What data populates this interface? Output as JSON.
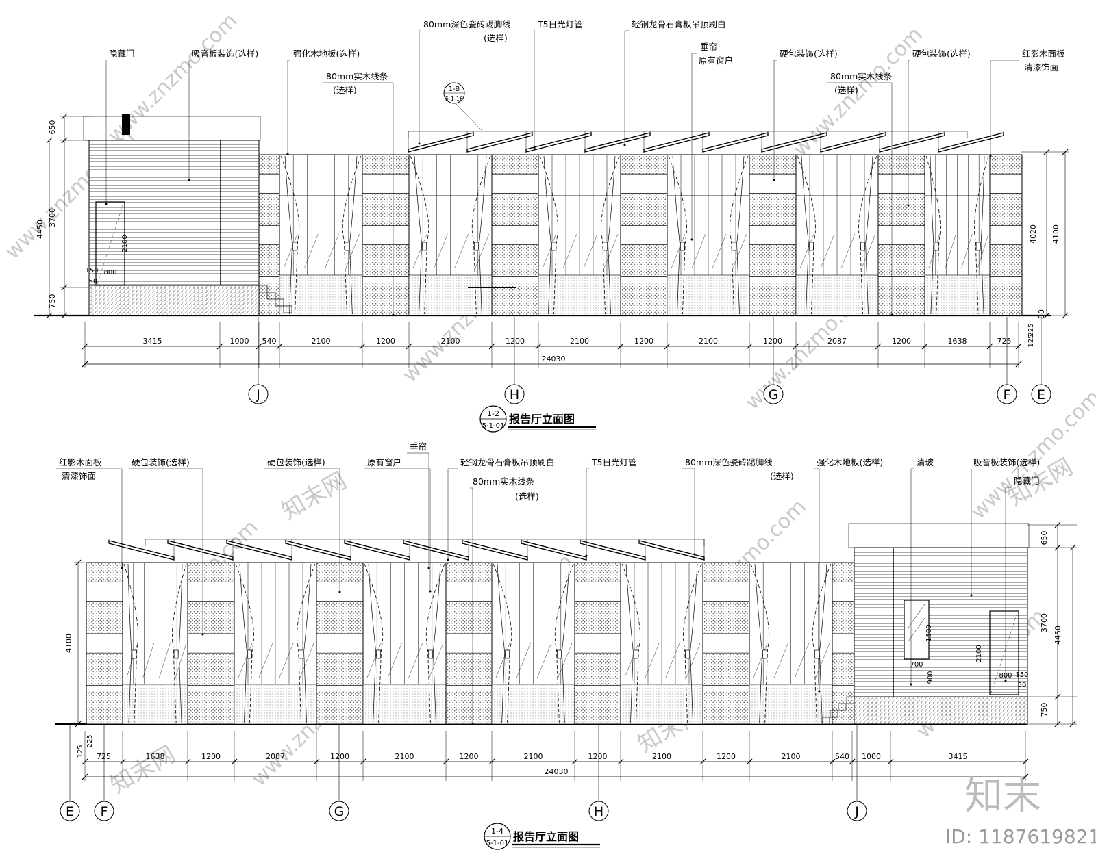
{
  "elevations": [
    {
      "callout_num": "1-2",
      "callout_ref": "5-1-01",
      "title": "报告厅立面图",
      "labels": [
        "隐藏门",
        "吸音板装饰(选样)",
        "强化木地板(选样)",
        "80mm实木线条",
        "(选样)",
        "80mm深色瓷砖踢脚线",
        "(选样)",
        "T5日光灯管",
        "轻钢龙骨石膏板吊顶刷白",
        "垂帘",
        "原有窗户",
        "硬包装饰(选样)",
        "80mm实木线条",
        "(选样)",
        "硬包装饰(选样)",
        "红影木面板",
        "清漆饰面"
      ],
      "section_mark": {
        "num": "1-B",
        "ref": "5-1-16"
      },
      "dims_bottom": [
        "3415",
        "1000",
        "540",
        "2100",
        "1200",
        "2100",
        "1200",
        "2100",
        "1200",
        "2100",
        "1200",
        "2087",
        "1200",
        "1638",
        "725"
      ],
      "dim_total": "24030",
      "dims_left": [
        "650",
        "3700",
        "750",
        "4450"
      ],
      "dims_right": [
        "4020",
        "4100",
        "80"
      ],
      "dims_right_small": [
        "225",
        "125"
      ],
      "door_dims": [
        "2100",
        "800",
        "150",
        "50"
      ],
      "axes": [
        "J",
        "H",
        "G",
        "F",
        "E"
      ]
    },
    {
      "callout_num": "1-4",
      "callout_ref": "5-1-01",
      "title": "报告厅立面图",
      "labels": [
        "红影木面板",
        "清漆饰面",
        "硬包装饰(选样)",
        "硬包装饰(选样)",
        "原有窗户",
        "垂帘",
        "轻钢龙骨石膏板吊顶刷白",
        "80mm实木线条",
        "(选样)",
        "T5日光灯管",
        "80mm深色瓷砖踢脚线",
        "(选样)",
        "强化木地板(选样)",
        "清玻",
        "吸音板装饰(选样)",
        "隐藏门"
      ],
      "dims_bottom": [
        "725",
        "1638",
        "1200",
        "2087",
        "1200",
        "2100",
        "1200",
        "2100",
        "1200",
        "2100",
        "1200",
        "2100",
        "540",
        "1000",
        "3415"
      ],
      "dim_total": "24030",
      "dims_left": [
        "4100"
      ],
      "dims_left_small": [
        "225",
        "125"
      ],
      "dims_right": [
        "650",
        "3700",
        "750",
        "4450"
      ],
      "window_dims": [
        "1500",
        "700",
        "900"
      ],
      "door_dims": [
        "2100",
        "800",
        "150",
        "50"
      ],
      "axes": [
        "E",
        "F",
        "G",
        "H",
        "J"
      ]
    }
  ],
  "watermark": {
    "text": "www.znzmo.com",
    "logo": "知末网",
    "brand": "知末",
    "id": "ID: 1187619821"
  }
}
